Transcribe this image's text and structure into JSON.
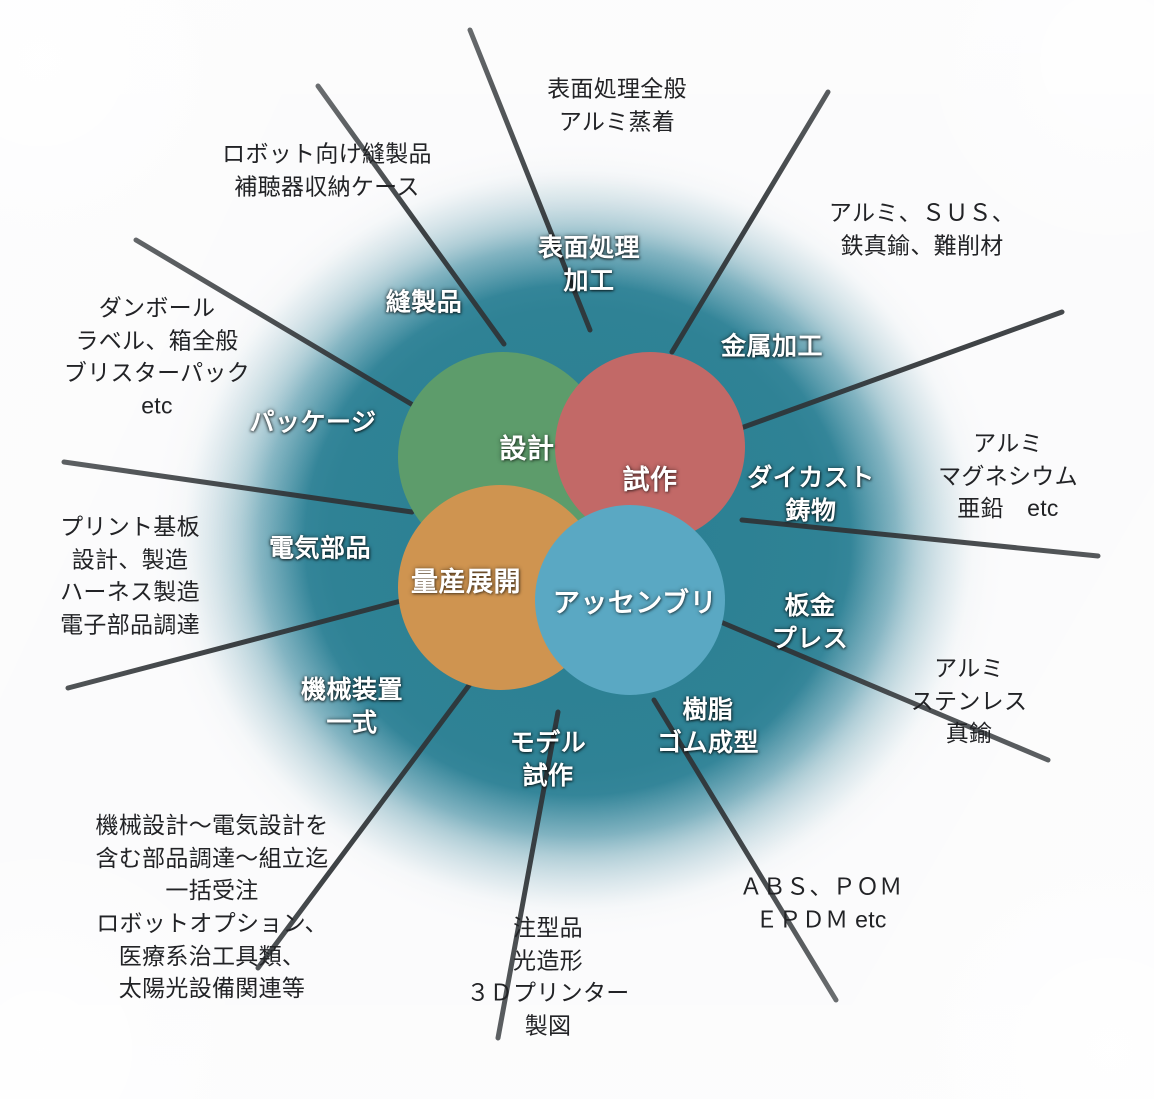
{
  "diagram": {
    "title": "事業領域ベン図",
    "colors": {
      "green": "#5d9c6b",
      "red": "#c26967",
      "orange": "#cf9450",
      "blue": "#5aa8c3",
      "background_teal": "#2d8194",
      "spoke": "#2f3336",
      "inner_label_text": "#ffffff",
      "outer_label_text": "#222326"
    },
    "core_circles": [
      {
        "id": "design",
        "label": "設計",
        "color": "#5d9c6b"
      },
      {
        "id": "prototype",
        "label": "試作",
        "color": "#c26967"
      },
      {
        "id": "mass",
        "label": "量産展開",
        "color": "#cf9450"
      },
      {
        "id": "assembly",
        "label": "アッセンブリ",
        "color": "#5aa8c3"
      }
    ],
    "categories": [
      {
        "id": "sewing",
        "label": "縫製品"
      },
      {
        "id": "surface",
        "label": "表面処理\n加工"
      },
      {
        "id": "metal",
        "label": "金属加工"
      },
      {
        "id": "diecast",
        "label": "ダイカスト\n鋳物"
      },
      {
        "id": "sheetmetal",
        "label": "板金\nプレス"
      },
      {
        "id": "resin",
        "label": "樹脂\nゴム成型"
      },
      {
        "id": "model",
        "label": "モデル\n試作"
      },
      {
        "id": "machine",
        "label": "機械装置\n一式"
      },
      {
        "id": "electric",
        "label": "電気部品"
      },
      {
        "id": "package",
        "label": "パッケージ"
      }
    ],
    "details": [
      {
        "id": "surface-detail",
        "for": "surface",
        "text": "表面処理全般\nアルミ蒸着"
      },
      {
        "id": "sewing-detail",
        "for": "sewing",
        "text": "ロボット向け縫製品\n補聴器収納ケース"
      },
      {
        "id": "package-detail",
        "for": "package",
        "text": "ダンボール\nラベル、箱全般\nブリスターパック\netc"
      },
      {
        "id": "electric-detail",
        "for": "electric",
        "text": "プリント基板\n設計、製造\nハーネス製造\n電子部品調達"
      },
      {
        "id": "machine-detail",
        "for": "machine",
        "text": "機械設計〜電気設計を\n含む部品調達〜組立迄\n一括受注\nロボットオプション、\n医療系治工具類、\n太陽光設備関連等"
      },
      {
        "id": "model-detail",
        "for": "model",
        "text": "注型品\n光造形\n３Ｄプリンター\n製図"
      },
      {
        "id": "resin-detail",
        "for": "resin",
        "text": "ＡＢＳ、ＰＯＭ\nＥＰＤＭ etc"
      },
      {
        "id": "sheetmetal-detail",
        "for": "sheetmetal",
        "text": "アルミ\nステンレス\n真鍮"
      },
      {
        "id": "diecast-detail",
        "for": "diecast",
        "text": "アルミ\nマグネシウム\n亜鉛　etc"
      },
      {
        "id": "metal-detail",
        "for": "metal",
        "text": "アルミ、ＳＵＳ、\n鉄真鍮、難削材"
      }
    ]
  }
}
